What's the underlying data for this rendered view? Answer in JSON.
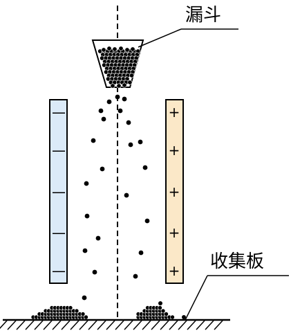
{
  "labels": {
    "funnel": "漏斗",
    "collector": "收集板"
  },
  "plates": {
    "left": {
      "sign": "—",
      "count": 5,
      "fill": "#dbeaf8"
    },
    "right": {
      "sign": "+",
      "count": 5,
      "fill": "#fbe8c8"
    }
  },
  "colors": {
    "ink": "#000000"
  }
}
